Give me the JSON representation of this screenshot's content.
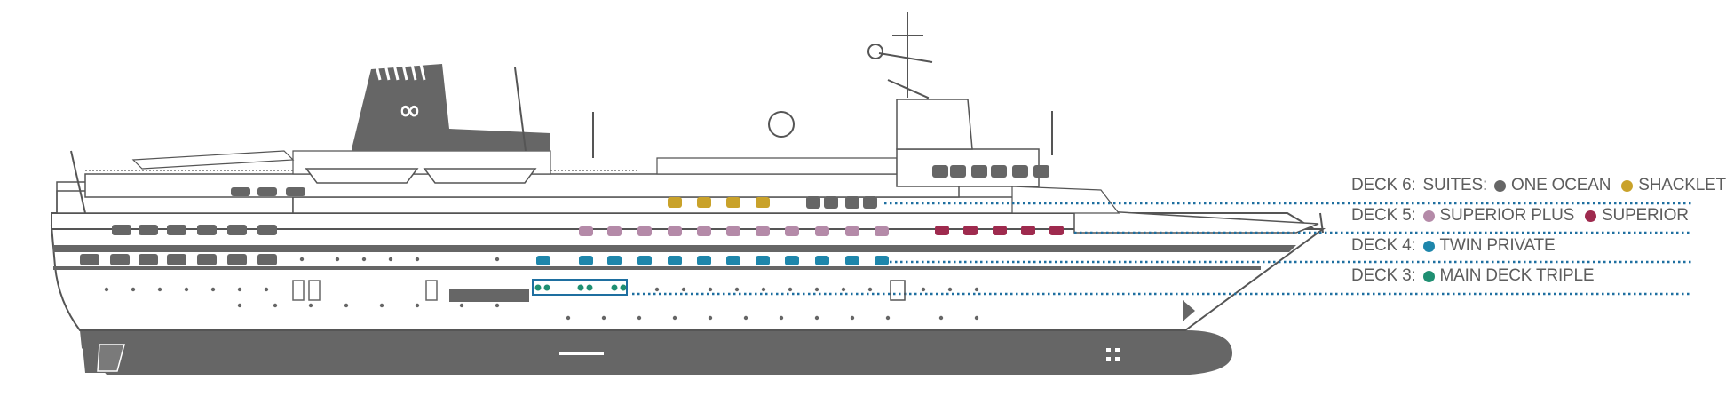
{
  "legend": [
    {
      "deck": "DECK 6:",
      "category": "SUITES:",
      "entries": [
        {
          "label": "ONE OCEAN",
          "color": "#666666"
        },
        {
          "label": "SHACKLETON",
          "color": "#c9a22a"
        }
      ]
    },
    {
      "deck": "DECK 5:",
      "category": "",
      "entries": [
        {
          "label": "SUPERIOR PLUS",
          "color": "#b48aa8"
        },
        {
          "label": "SUPERIOR",
          "color": "#9e2a4e"
        }
      ]
    },
    {
      "deck": "DECK 4:",
      "category": "",
      "entries": [
        {
          "label": "TWIN PRIVATE",
          "color": "#1e86ab"
        }
      ]
    },
    {
      "deck": "DECK 3:",
      "category": "",
      "entries": [
        {
          "label": "MAIN DECK TRIPLE",
          "color": "#1f8f72"
        }
      ]
    }
  ],
  "colors": {
    "hull": "#666666",
    "outline": "#555555",
    "guide_line": "#1e6fa0",
    "text": "#5d5d5d"
  },
  "icons": {
    "funnel_logo": "infinity-logo-icon"
  }
}
